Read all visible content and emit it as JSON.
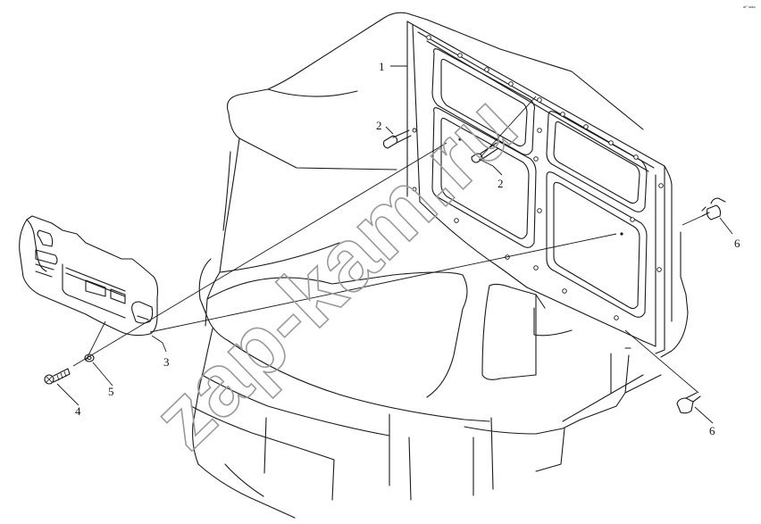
{
  "diagram": {
    "corner_mark": "af° iaaa",
    "watermark": "zap-kam.ru",
    "callouts": [
      {
        "id": "callout-1",
        "label": "1"
      },
      {
        "id": "callout-2a",
        "label": "2"
      },
      {
        "id": "callout-2b",
        "label": "2"
      },
      {
        "id": "callout-3",
        "label": "3"
      },
      {
        "id": "callout-4",
        "label": "4"
      },
      {
        "id": "callout-5",
        "label": "5"
      },
      {
        "id": "callout-6a",
        "label": "6"
      },
      {
        "id": "callout-6b",
        "label": "6"
      }
    ]
  }
}
